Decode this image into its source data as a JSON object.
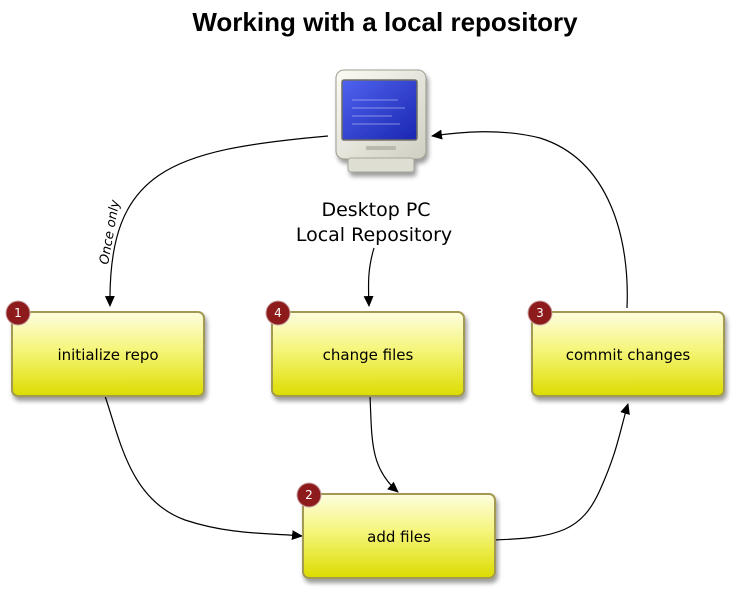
{
  "title": "Working with a local repository",
  "computer": {
    "icon": "desktop-computer-icon",
    "caption_line1": "Desktop PC",
    "caption_line2": "Local Repository"
  },
  "steps": [
    {
      "number": "1",
      "label": "initialize repo"
    },
    {
      "number": "4",
      "label": "change files"
    },
    {
      "number": "3",
      "label": "commit changes"
    },
    {
      "number": "2",
      "label": "add files"
    }
  ],
  "edge_note": "Once only",
  "colors": {
    "box_fill_top": "#fbfbd0",
    "box_fill_bottom": "#e2e200",
    "box_border": "#a29a52",
    "badge": "#8e1b1b",
    "screen": "#2b3bd6"
  }
}
